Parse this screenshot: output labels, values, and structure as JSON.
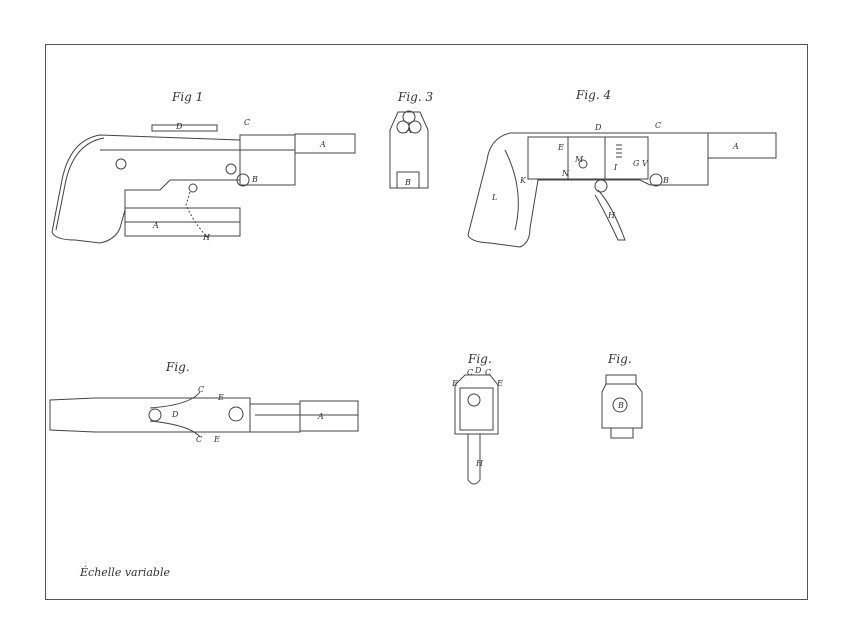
{
  "figures": {
    "fig1": {
      "caption": "Fig 1",
      "labels": [
        "D",
        "C",
        "A",
        "B",
        "A",
        "H"
      ]
    },
    "fig3": {
      "caption": "Fig. 3",
      "labels": [
        "A",
        "B"
      ]
    },
    "fig4": {
      "caption": "Fig. 4",
      "labels": [
        "D",
        "C",
        "A",
        "B",
        "E",
        "M",
        "G",
        "I",
        "V",
        "N",
        "L",
        "K",
        "H"
      ]
    },
    "fig_top": {
      "caption": "Fig.",
      "labels": [
        "C",
        "E",
        "D",
        "A",
        "C",
        "E"
      ]
    },
    "fig_front": {
      "caption": "Fig.",
      "labels": [
        "C",
        "D",
        "C",
        "E",
        "E",
        "H"
      ]
    },
    "fig_rear": {
      "caption": "Fig.",
      "labels": [
        "B"
      ]
    }
  },
  "scale_note": "Échelle variable"
}
